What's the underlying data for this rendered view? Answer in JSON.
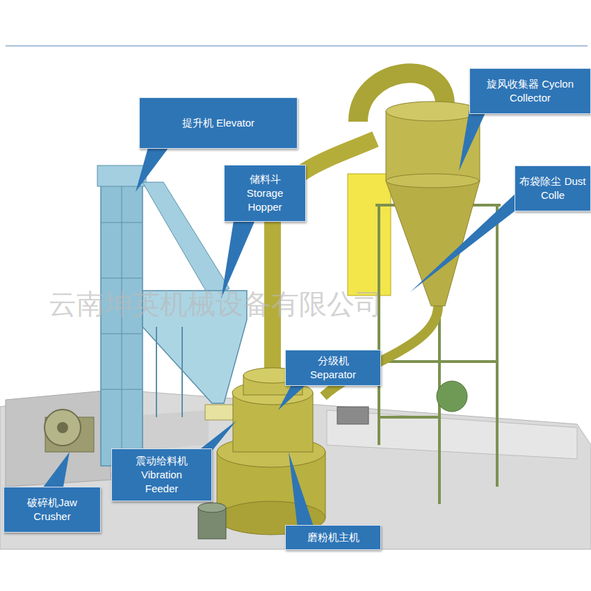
{
  "diagram": {
    "nodes": [
      {
        "text": [
          "提升机 Elevator"
        ]
      },
      {
        "text": [
          "储料斗 Storage Hopper"
        ]
      },
      {
        "text": [
          "旋风收集器 Cyclon Collector"
        ]
      },
      {
        "text": [
          "布袋除尘 Dust Colle"
        ]
      },
      {
        "text": [
          "分级机 Separator"
        ]
      },
      {
        "text": [
          "震动给料机 Vibration Feeder"
        ]
      },
      {
        "text": [
          "破碎机Jaw Crusher"
        ]
      },
      {
        "text": [
          "磨粉机主机"
        ]
      }
    ],
    "labels": [
      "云南坤英机械设备有限公司"
    ]
  }
}
